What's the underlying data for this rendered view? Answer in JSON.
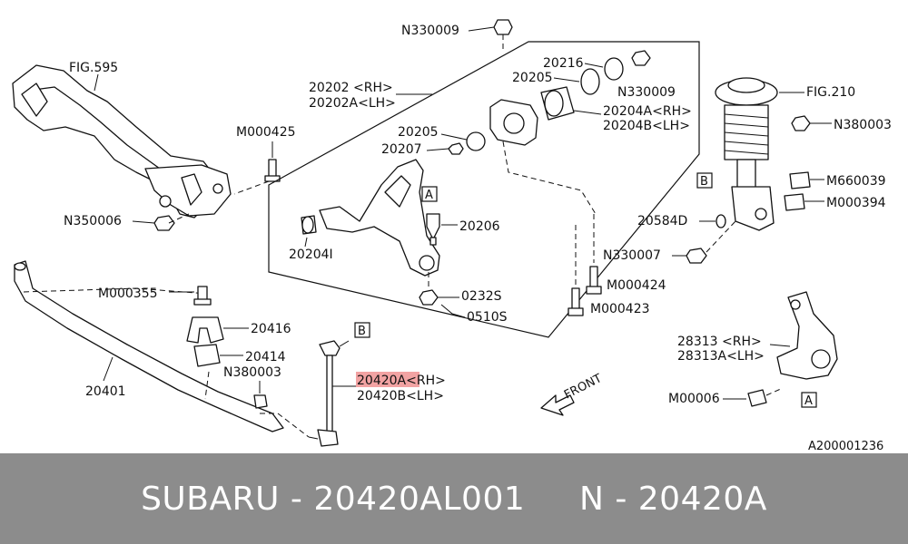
{
  "diagram": {
    "ref_code": "A200001236",
    "front_label": "FRONT",
    "callouts": {
      "a1": "A",
      "a2": "A",
      "b1": "B",
      "b2": "B"
    },
    "labels": {
      "fig595": "FIG.595",
      "m000425": "M000425",
      "n350006": "N350006",
      "n330009_top": "N330009",
      "p20216": "20216",
      "p20205_upper": "20205",
      "n330009_right": "N330009",
      "p20202": "20202 <RH>",
      "p20202a": "20202A<LH>",
      "p20204a": "20204A<RH>",
      "p20204b": "20204B<LH>",
      "p20205_lower": "20205",
      "p20207": "20207",
      "p20206": "20206",
      "p20204i": "20204I",
      "p0232s": "0232S",
      "p0510s": "0510S",
      "fig210": "FIG.210",
      "n380003_right": "N380003",
      "m660039": "M660039",
      "m000394": "M000394",
      "p20584d": "20584D",
      "n330007": "N330007",
      "m000424": "M000424",
      "m000423": "M000423",
      "m000355": "M000355",
      "p20416": "20416",
      "p20414": "20414",
      "n380003_left": "N380003",
      "p20401": "20401",
      "p20420a": "20420A<RH>",
      "p20420b": "20420B<LH>",
      "p28313": "28313 <RH>",
      "p28313a": "28313A<LH>",
      "m00006": "M00006"
    },
    "highlight_color": "#f2a3a3"
  },
  "footer": {
    "text": "SUBARU - 20420AL001     N - 20420A"
  }
}
